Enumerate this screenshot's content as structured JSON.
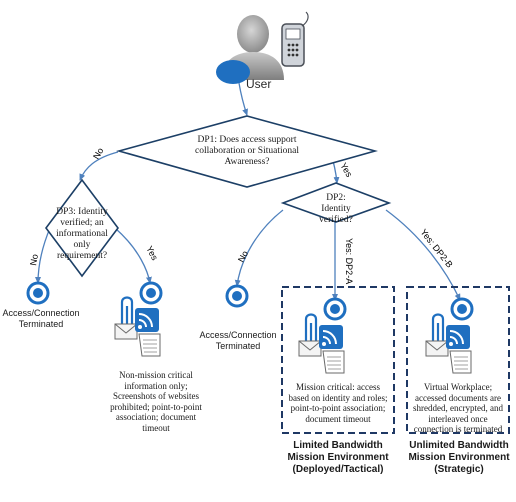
{
  "user": {
    "label": "User"
  },
  "decisions": {
    "dp1": "DP1: Does access support collaboration or Situational Awareness?",
    "dp2": "DP2: Identity verified?",
    "dp3": "DP3: Identity verified; an informational only requirement?"
  },
  "edges": {
    "dp1_no": "No",
    "dp1_yes": "Yes",
    "dp3_no": "No",
    "dp3_yes": "Yes",
    "dp2_no": "No",
    "dp2_yes_a": "Yes: DP2-A",
    "dp2_yes_b": "Yes: DP2-B"
  },
  "outcomes": {
    "terminated_left": "Access/Connection Terminated",
    "terminated_mid": "Access/Connection Terminated",
    "non_mission": "Non-mission critical information only; Screenshots of websites prohibited; point-to-point association; document timeout",
    "mission_critical": "Mission critical: access based on identity and roles; point-to-point association; document timeout",
    "virtual_workplace": "Virtual Workplace; accessed documents are shredded, encrypted, and interleaved once connection is terminated"
  },
  "environments": {
    "limited": "Limited Bandwidth Mission Environment (Deployed/Tactical)",
    "unlimited": "Unlimited Bandwidth Mission Environment (Strategic)"
  },
  "colors": {
    "diamond_fill": "#ffffff",
    "diamond_stroke": "#1c3f66",
    "connector": "#4f81bd",
    "node_blue": "#1f6fc0",
    "env_box_stroke": "#1f3864",
    "person_gray": "#9a9a9a"
  },
  "icons": [
    "user-icon",
    "phone-icon",
    "paperclip-icon",
    "email-icon",
    "rss-icon",
    "document-icon"
  ]
}
